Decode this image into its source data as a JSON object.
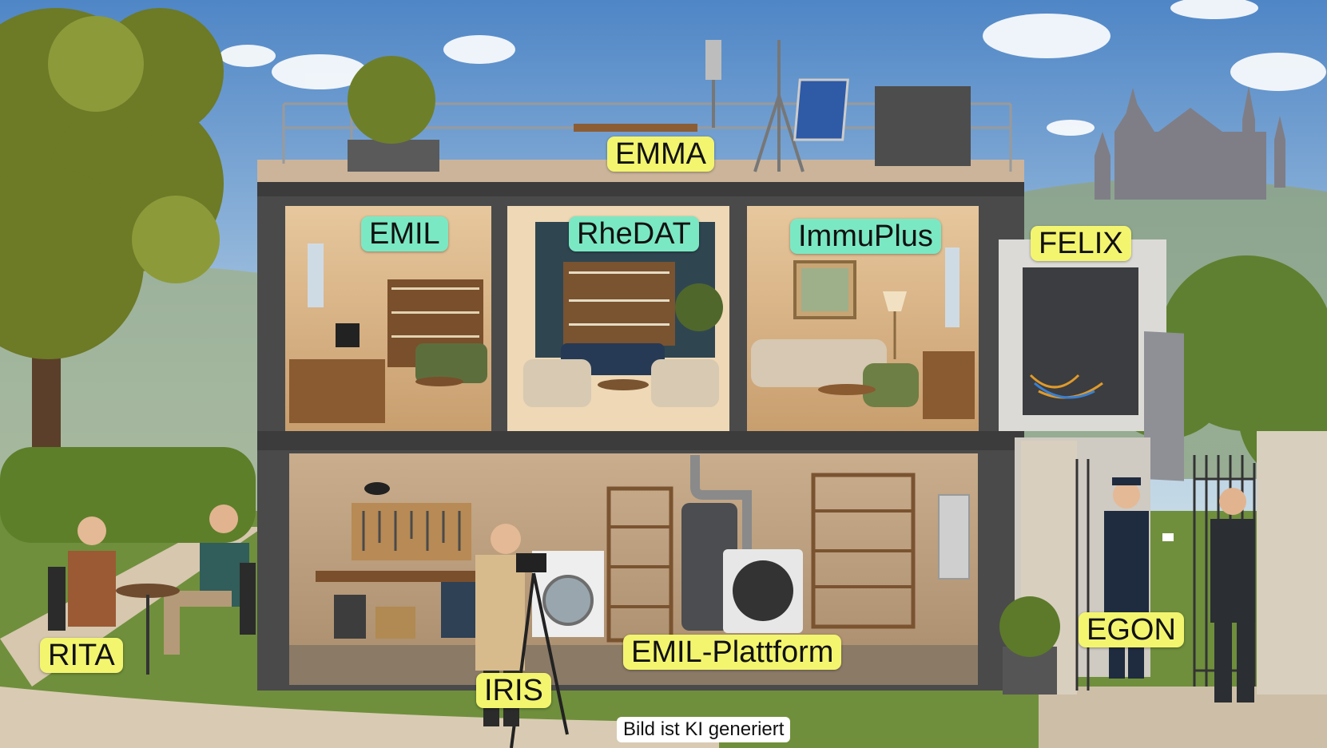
{
  "labels": {
    "emma": "EMMA",
    "emil": "EMIL",
    "rhedat": "RheDAT",
    "immuplus": "ImmuPlus",
    "felix": "FELIX",
    "rita": "RITA",
    "iris": "IRIS",
    "emil_plattform": "EMIL-Plattform",
    "egon": "EGON"
  },
  "credit": "Bild ist KI generiert",
  "colors": {
    "yellow_tag": "#f3f56f",
    "green_tag": "#7be8c4",
    "sky": "#8fb6d9",
    "wall": "#4a4a4a"
  }
}
